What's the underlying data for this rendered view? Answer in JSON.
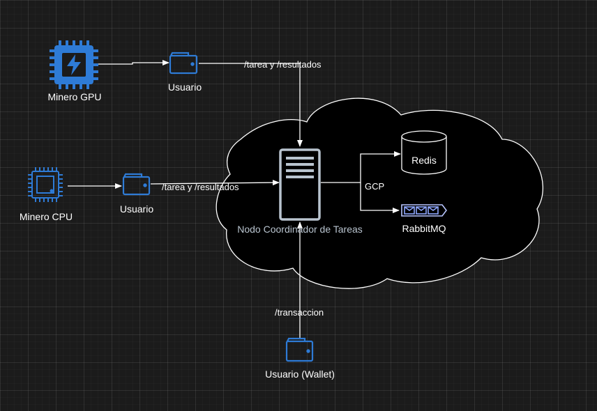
{
  "nodes": {
    "minero_gpu": "Minero GPU",
    "minero_cpu": "Minero CPU",
    "usuario_1": "Usuario",
    "usuario_2": "Usuario",
    "usuario_wallet": "Usuario (Wallet)",
    "coordinador": "Nodo Coordinador de Tareas",
    "redis": "Redis",
    "rabbitmq": "RabbitMQ"
  },
  "edges": {
    "gpu_route": "/tarea y /resultados",
    "cpu_route": "/tarea y /resultados",
    "wallet_route": "/transaccion",
    "cloud_provider": "GCP"
  },
  "colors": {
    "background": "#1b1b1b",
    "icon_blue": "#2e7bd6",
    "server_gray": "#b9c4cf",
    "line": "#ffffff"
  }
}
